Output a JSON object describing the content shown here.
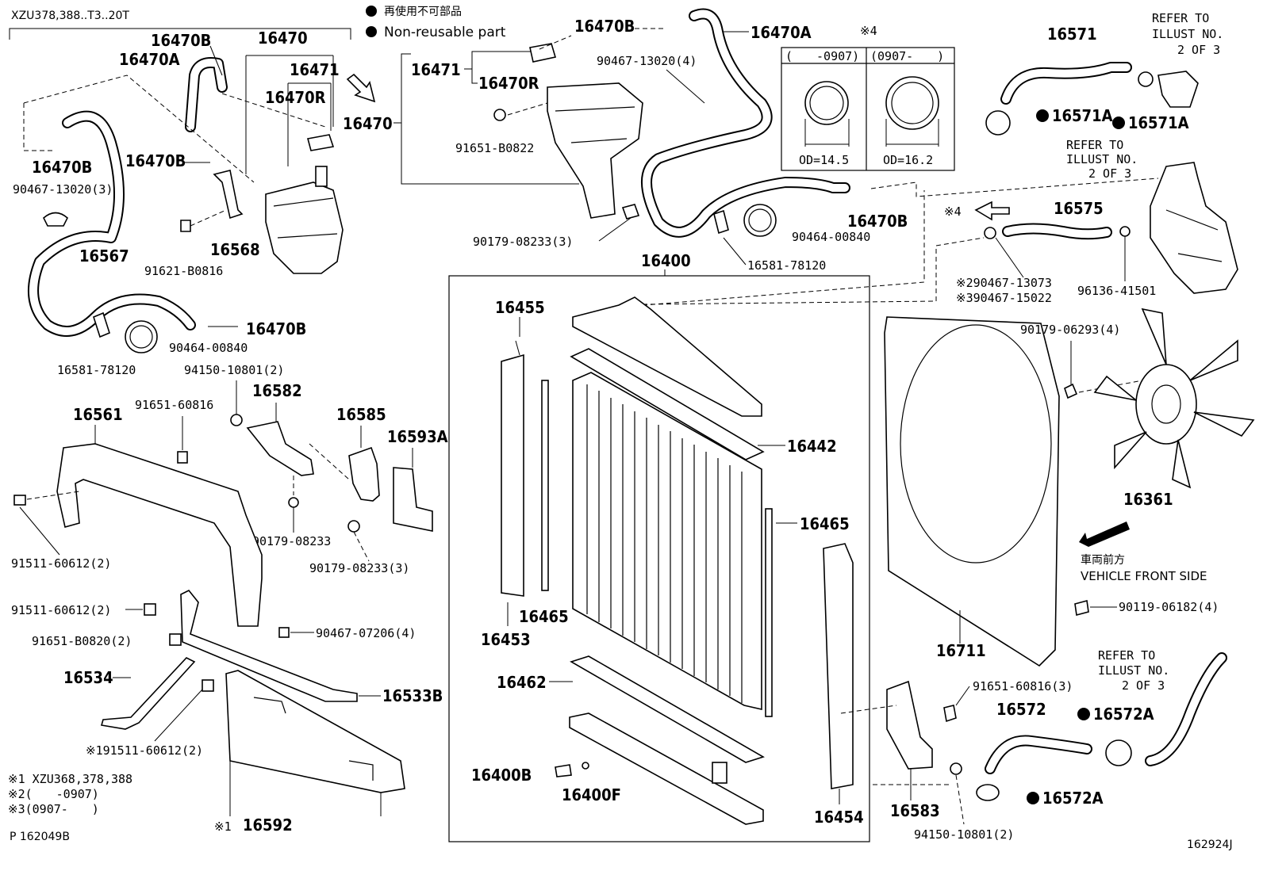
{
  "header": {
    "model_code": "XZU378,388..T3..20T",
    "legend_jp": "再使用不可部品",
    "legend_en": "Non-reusable part"
  },
  "parts": {
    "p16470B_a": "16470B",
    "p16470A_a": "16470A",
    "p16470_a": "16470",
    "p16471_a": "16471",
    "p16470R_a": "16470R",
    "p16470_arrow": "16470",
    "p16470B_b": "16470B",
    "p16470B_c": "16470B",
    "p90467_13020_3": "90467-13020(3)",
    "p16567": "16567",
    "p16568": "16568",
    "p91621_B0816": "91621-B0816",
    "p16470B_d": "16470B",
    "p90464_00840_a": "90464-00840",
    "p16581_78120_a": "16581-78120",
    "p16471_b": "16471",
    "p16470R_b": "16470R",
    "p91651_B0822": "91651-B0822",
    "p90179_08233_3a": "90179-08233(3)",
    "p16470B_top": "16470B",
    "p16470A_b": "16470A",
    "p90467_13020_4": "90467-13020(4)",
    "ref4_mark": "※4",
    "ref4_col1": "(　　-0907)",
    "ref4_col2": "(0907-　　)",
    "od1": "OD=14.5",
    "od2": "OD=16.2",
    "p16470B_e": "16470B",
    "p90464_00840_b": "90464-00840",
    "p16581_78120_b": "16581-78120",
    "p16571": "16571",
    "refer1_l1": "REFER TO",
    "refer1_l2": "ILLUST NO.",
    "refer1_l3": "2 OF 3",
    "p16571A_a": "16571A",
    "p16571A_b": "16571A",
    "refer2_l1": "REFER TO",
    "refer2_l2": "ILLUST NO.",
    "refer2_l3": "2 OF 3",
    "ref4_b": "※4",
    "p16575": "16575",
    "p90467_13073": "※290467-13073",
    "p90467_15022": "※390467-15022",
    "p96136_41501": "96136-41501",
    "p16400": "16400",
    "p16455": "16455",
    "p90179_06293_4": "90179-06293(4)",
    "p16361": "16361",
    "p16442": "16442",
    "p16465_a": "16465",
    "p16465_b": "16465",
    "p16453": "16453",
    "p16462": "16462",
    "p16400B": "16400B",
    "p16400F": "16400F",
    "p16454": "16454",
    "p16711": "16711",
    "vehicle_jp": "車両前方",
    "vehicle_en": "VEHICLE FRONT SIDE",
    "p90119_06182_4": "90119-06182(4)",
    "refer3_l1": "REFER TO",
    "refer3_l2": "ILLUST NO.",
    "refer3_l3": "2 OF 3",
    "p91651_60816_3": "91651-60816(3)",
    "p16572": "16572",
    "p16572A_a": "16572A",
    "p16572A_b": "16572A",
    "p16583": "16583",
    "p94150_10801_2b": "94150-10801(2)",
    "p94150_10801_2a": "94150-10801(2)",
    "p91651_60816": "91651-60816",
    "p16582": "16582",
    "p16585": "16585",
    "p16593A": "16593A",
    "p16561": "16561",
    "p91511_60612_2a": "91511-60612(2)",
    "p90179_08233": "90179-08233",
    "p90179_08233_3b": "90179-08233(3)",
    "p91511_60612_2b": "91511-60612(2)",
    "p90467_07206_4": "90467-07206(4)",
    "p91651_B0820_2": "91651-B0820(2)",
    "p16534": "16534",
    "p16533B": "16533B",
    "p91511_60612_2c": "※191511-60612(2)",
    "p16592": "16592",
    "p16592_mark": "※1"
  },
  "footnotes": {
    "n1": "※1 XZU368,378,388",
    "n2": "※2(　　-0907)",
    "n3": "※3(0907-　　)"
  },
  "codes": {
    "left": "P 162049B",
    "right": "162924J"
  }
}
